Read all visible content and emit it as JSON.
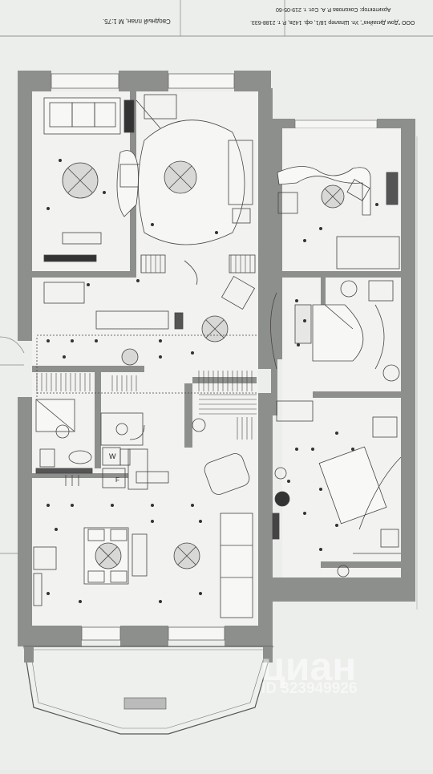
{
  "title_block": {
    "plan_title": "Сводный план, М 1:75.",
    "architect": "Архитектор: Соколова Р. А. Сот. т. 219-05-60",
    "company": "ООО \"Дом Дизайна\", Ул. Шпалер 18/1, оф. 142в, Р. т. 2188-633."
  },
  "room_labels": {
    "wc_letter": "W",
    "f_letter": "F"
  },
  "watermark": {
    "brand": "циан",
    "id_text": "ID 323949926"
  },
  "colors": {
    "wall": "#8a8c8a",
    "paper": "#f1f2ef",
    "line": "#4a4a4a"
  }
}
